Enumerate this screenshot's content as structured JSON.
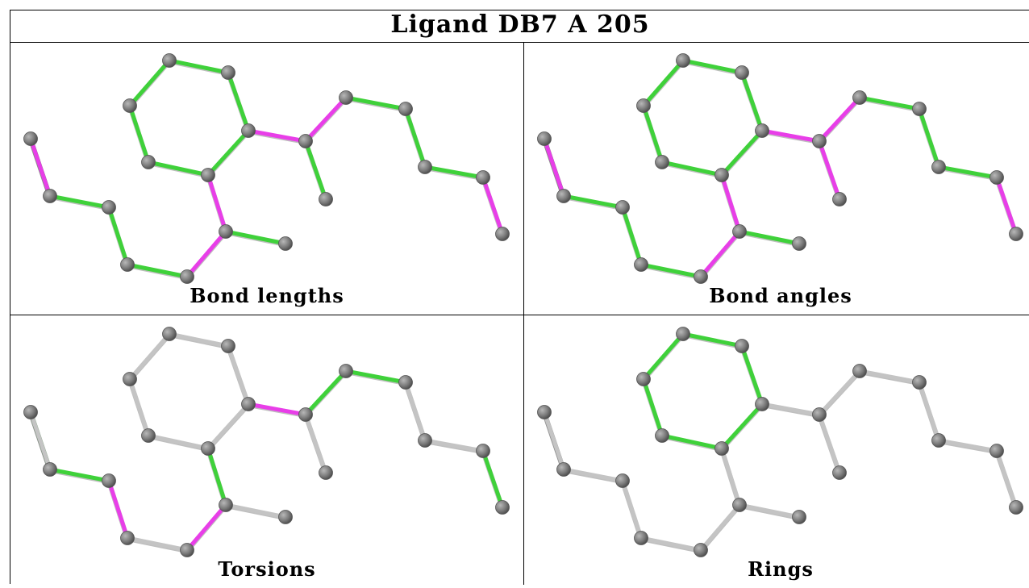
{
  "title": "Ligand DB7 A 205",
  "colors": {
    "green": "#3fd13a",
    "magenta": "#e83ee8",
    "grey": "#c4c4c4",
    "atom": "#7a7a7a"
  },
  "panels": [
    {
      "caption": "Bond lengths",
      "bond_colors": [
        "green",
        "green",
        "green",
        "green",
        "green",
        "green",
        "magenta",
        "magenta",
        "magenta",
        "magenta",
        "green",
        "green",
        "green",
        "green",
        "magenta",
        "green",
        "green",
        "green",
        "green",
        "green",
        "magenta"
      ]
    },
    {
      "caption": "Bond angles",
      "bond_colors": [
        "green",
        "green",
        "green",
        "green",
        "green",
        "green",
        "magenta",
        "magenta",
        "magenta",
        "magenta",
        "magenta",
        "green",
        "green",
        "green",
        "magenta",
        "green",
        "green",
        "green",
        "green",
        "green",
        "magenta"
      ]
    },
    {
      "caption": "Torsions",
      "bond_colors": [
        "grey",
        "grey",
        "grey",
        "grey",
        "grey",
        "grey",
        "magenta",
        "green",
        "green",
        "magenta",
        "grey",
        "green",
        "grey",
        "grey",
        "green",
        "grey",
        "grey",
        "magenta",
        "green",
        "green",
        "grey"
      ]
    },
    {
      "caption": "Rings",
      "bond_colors": [
        "green",
        "green",
        "green",
        "green",
        "green",
        "green",
        "grey",
        "grey",
        "grey",
        "grey",
        "grey",
        "grey",
        "grey",
        "grey",
        "grey",
        "grey",
        "grey",
        "grey",
        "grey",
        "grey",
        "grey"
      ]
    }
  ]
}
